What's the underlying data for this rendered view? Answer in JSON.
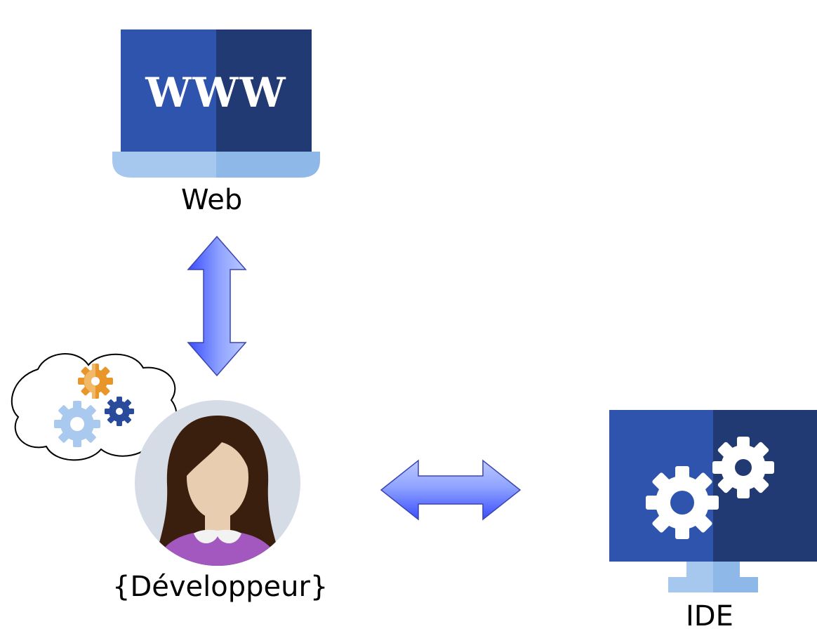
{
  "nodes": {
    "web": {
      "label": "Web",
      "screen_text": "WWW"
    },
    "developer": {
      "label": "{Développeur}"
    },
    "ide": {
      "label": "IDE"
    }
  },
  "arrows": {
    "web_developer": {
      "direction": "bidirectional-vertical"
    },
    "developer_ide": {
      "direction": "bidirectional-horizontal"
    }
  },
  "colors": {
    "screen_left": "#2F54AE",
    "screen_right": "#213A73",
    "laptop_base_left": "#A6C8EE",
    "laptop_base_right": "#8EB8E8",
    "arrow_light": "#AEC0FF",
    "arrow_dark": "#3A4DFF",
    "arrow_stroke": "#3A45B0",
    "gear_orange": "#E8962A",
    "gear_orange_light": "#F2B866",
    "gear_light_blue": "#A9C9EF",
    "gear_dark_blue": "#2A4A9C",
    "avatar_bg": "#D6DCE6",
    "hair": "#3A1F0E",
    "skin": "#E9CDB0",
    "shirt": "#A358C0",
    "collar": "#F2F2F2"
  },
  "icons": {
    "web": "laptop-www-icon",
    "developer": "woman-avatar-icon",
    "thought": "thought-cloud-gears-icon",
    "ide": "monitor-gears-icon",
    "arrow_v": "double-arrow-vertical-icon",
    "arrow_h": "double-arrow-horizontal-icon"
  }
}
